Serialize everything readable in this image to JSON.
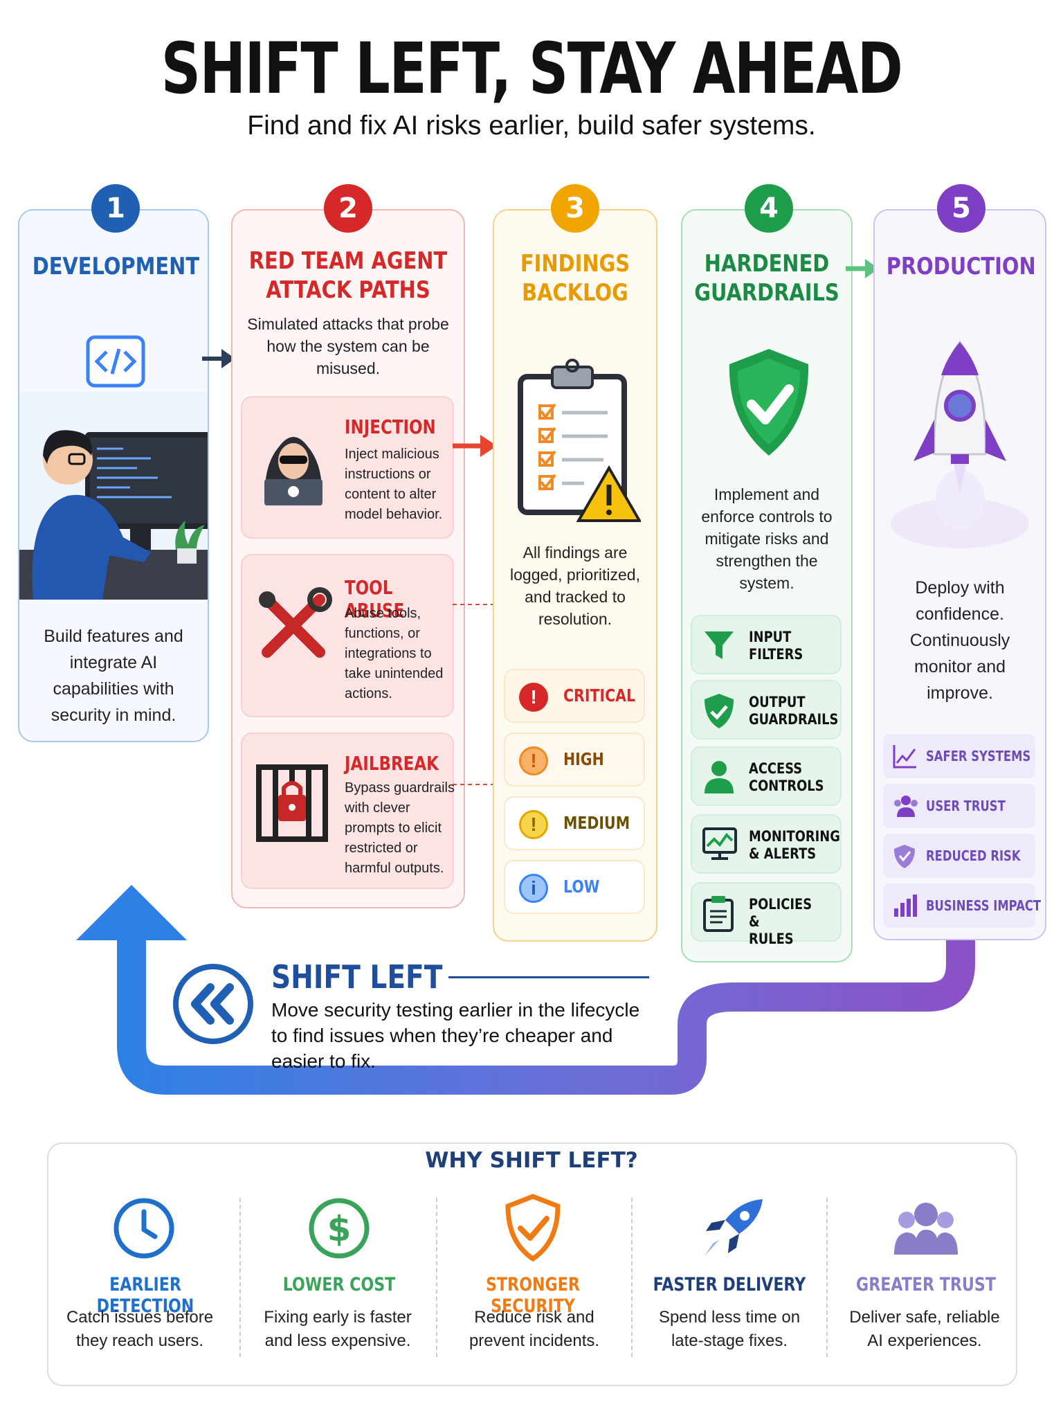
{
  "header": {
    "title": "SHIFT LEFT, STAY AHEAD",
    "subtitle": "Find and fix AI risks earlier, build safer systems."
  },
  "colors": {
    "blue": "#1f5fb4",
    "red": "#d62828",
    "orange": "#f0a500",
    "green": "#1e9e4a",
    "purple": "#7e3fc4"
  },
  "stages": [
    {
      "num": "1",
      "title": "DEVELOPMENT",
      "desc": "Build features and integrate AI capabilities with security in mind."
    },
    {
      "num": "2",
      "title_l1": "RED TEAM AGENT",
      "title_l2": "ATTACK PATHS",
      "desc": "Simulated attacks that probe how the system can be misused."
    },
    {
      "num": "3",
      "title_l1": "FINDINGS",
      "title_l2": "BACKLOG",
      "desc": "All findings are logged, prioritized, and tracked to resolution."
    },
    {
      "num": "4",
      "title_l1": "HARDENED",
      "title_l2": "GUARDRAILS",
      "desc": "Implement and enforce controls to mitigate risks and strengthen the system."
    },
    {
      "num": "5",
      "title": "PRODUCTION",
      "desc": "Deploy with confidence. Continuously monitor and improve."
    }
  ],
  "attacks": [
    {
      "title": "INJECTION",
      "desc": "Inject malicious instructions or content to alter model behavior.",
      "icon": "hacker-icon"
    },
    {
      "title": "TOOL ABUSE",
      "desc": "Abuse tools, functions, or integrations to take unintended actions.",
      "icon": "wrench-icon"
    },
    {
      "title": "JAILBREAK",
      "desc": "Bypass guardrails with clever prompts to elicit restricted or harmful outputs.",
      "icon": "jail-lock-icon"
    }
  ],
  "severities": [
    {
      "label": "CRITICAL",
      "color": "#d62828"
    },
    {
      "label": "HIGH",
      "color": "#f08a24"
    },
    {
      "label": "MEDIUM",
      "color": "#f2b705"
    },
    {
      "label": "LOW",
      "color": "#3b82f6"
    }
  ],
  "guardrails": [
    {
      "l1": "INPUT",
      "l2": "FILTERS",
      "icon": "funnel-icon"
    },
    {
      "l1": "OUTPUT",
      "l2": "GUARDRAILS",
      "icon": "shield-check-icon"
    },
    {
      "l1": "ACCESS",
      "l2": "CONTROLS",
      "icon": "user-icon"
    },
    {
      "l1": "MONITORING",
      "l2": "& ALERTS",
      "icon": "monitor-icon"
    },
    {
      "l1": "POLICIES &",
      "l2": "RULES",
      "icon": "clipboard-icon"
    }
  ],
  "outcomes": [
    {
      "label": "SAFER SYSTEMS",
      "icon": "chart-line-icon"
    },
    {
      "label": "USER TRUST",
      "icon": "users-icon"
    },
    {
      "label": "REDUCED RISK",
      "icon": "shield-icon"
    },
    {
      "label": "BUSINESS IMPACT",
      "icon": "bar-chart-icon"
    }
  ],
  "shift_left": {
    "title": "SHIFT LEFT",
    "l1": "Move security testing earlier in the lifecycle",
    "l2": "to find issues when they’re cheaper and",
    "l3": "easier to fix."
  },
  "why": {
    "title": "WHY SHIFT LEFT?",
    "items": [
      {
        "title": "EARLIER DETECTION",
        "d1": "Catch issues before",
        "d2": "they reach users.",
        "color": "#1f6fcc",
        "icon": "clock-icon"
      },
      {
        "title": "LOWER COST",
        "d1": "Fixing early is faster",
        "d2": "and less expensive.",
        "color": "#3aa35a",
        "icon": "dollar-icon"
      },
      {
        "title": "STRONGER SECURITY",
        "d1": "Reduce risk and",
        "d2": "prevent incidents.",
        "color": "#f07b12",
        "icon": "shield-check-icon"
      },
      {
        "title": "FASTER DELIVERY",
        "d1": "Spend less time on",
        "d2": "late-stage fixes.",
        "color": "#1f3f7a",
        "icon": "rocket-icon"
      },
      {
        "title": "GREATER TRUST",
        "d1": "Deliver safe, reliable",
        "d2": "AI experiences.",
        "color": "#8b7cc8",
        "icon": "users-icon"
      }
    ]
  }
}
